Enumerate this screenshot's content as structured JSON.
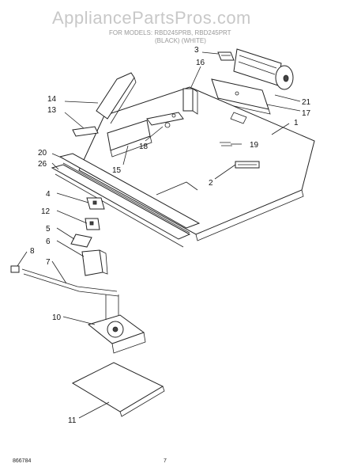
{
  "watermark": "AppliancePartsPros.com",
  "header": {
    "line1": "FOR MODELS: RBD245PRB, RBD245PRT",
    "line2": "(BLACK)        (WHITE)"
  },
  "callouts": [
    "1",
    "2",
    "3",
    "4",
    "5",
    "6",
    "7",
    "8",
    "10",
    "11",
    "12",
    "13",
    "14",
    "15",
    "16",
    "17",
    "18",
    "19",
    "20",
    "21",
    "26"
  ],
  "footer": {
    "code": "866784",
    "page": "7"
  }
}
